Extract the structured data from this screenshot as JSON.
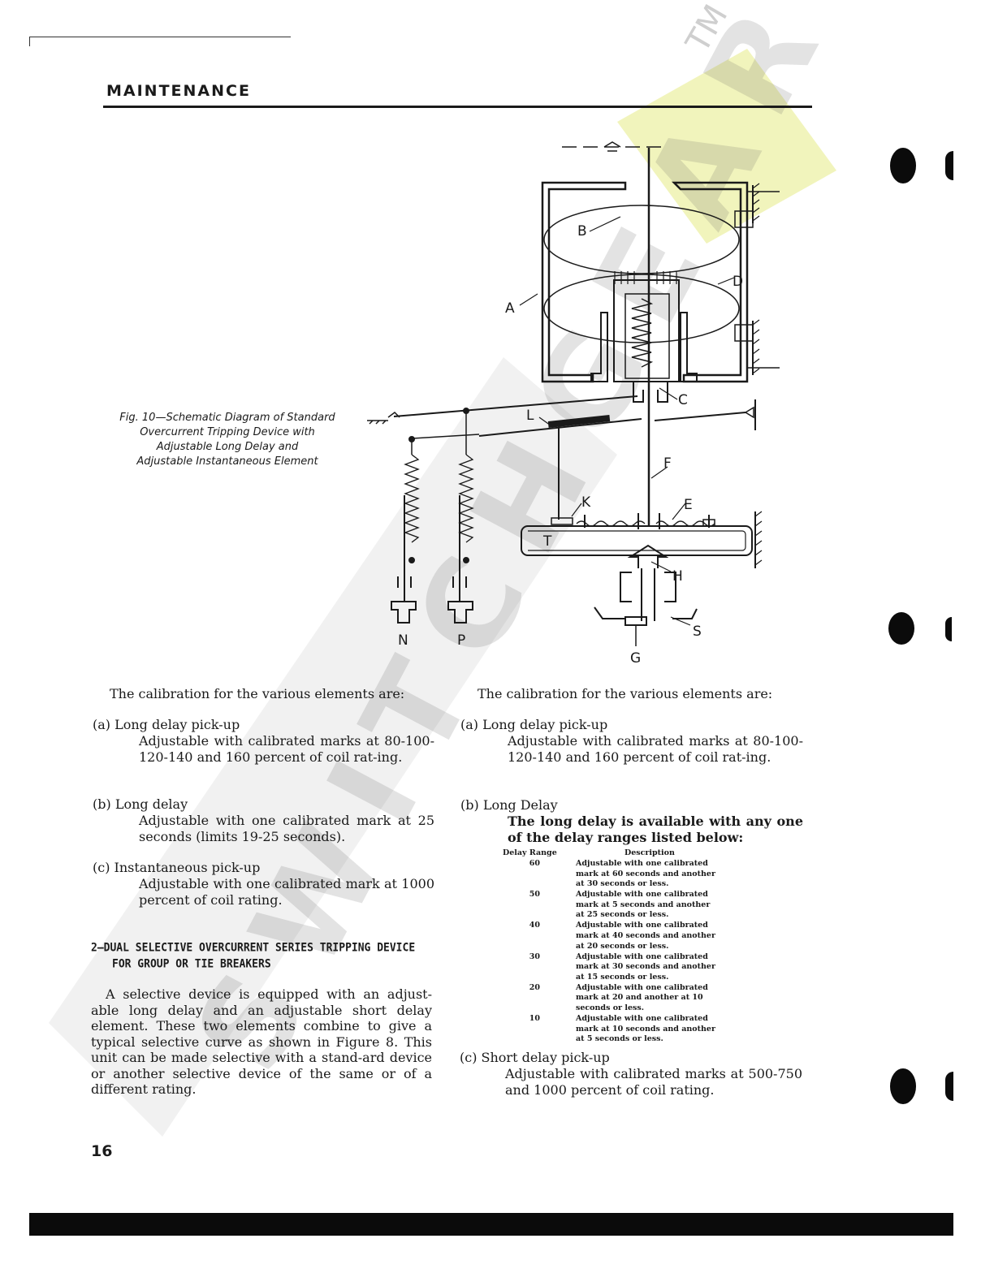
{
  "header": {
    "title": "MAINTENANCE"
  },
  "figure": {
    "caption_lines": [
      "Fig. 10—Schematic Diagram of Standard",
      "Overcurrent Tripping Device with",
      "Adjustable Long Delay and",
      "Adjustable Instantaneous Element"
    ],
    "labels": {
      "A": "A",
      "B": "B",
      "C": "C",
      "D": "D",
      "E": "E",
      "F": "F",
      "G": "G",
      "H": "H",
      "K": "K",
      "L": "L",
      "N": "N",
      "P": "P",
      "S": "S",
      "T": "T"
    }
  },
  "left_column": {
    "intro": "The calibration for the various elements are:",
    "items": [
      {
        "head": "(a) Long delay pick-up",
        "body": "Adjustable with calibrated marks at 80-100-120-140 and 160 percent of coil rat-ing."
      },
      {
        "head": "(b) Long delay",
        "body": "Adjustable with one calibrated mark at 25 seconds (limits 19-25 seconds)."
      },
      {
        "head": "(c) Instantaneous pick-up",
        "body": "Adjustable with one calibrated mark at 1000 percent of coil rating."
      }
    ],
    "section_heading_1": "2—DUAL SELECTIVE OVERCURRENT SERIES TRIPPING DEVICE",
    "section_heading_2": "FOR GROUP OR TIE BREAKERS",
    "paragraph": "A selective device is equipped with an adjust-able long delay and an adjustable short delay element. These two elements combine to give a typical selective curve as shown in Figure 8. This unit can be made selective with a stand-ard device or another selective device of the same or of a different rating."
  },
  "right_column": {
    "intro": "The calibration for the various elements are:",
    "item_a_head": "(a) Long delay pick-up",
    "item_a_body": "Adjustable with calibrated marks at 80-100-120-140 and 160 percent of coil rat-ing.",
    "item_b_head": "(b) Long Delay",
    "item_b_body": "The long delay is available with any one of the delay ranges listed below:",
    "table": {
      "col_range": "Delay Range",
      "col_desc": "Description",
      "rows": [
        {
          "range": "60",
          "lines": [
            "Adjustable with one calibrated",
            "mark at 60 seconds and another",
            "at 30 seconds or less."
          ]
        },
        {
          "range": "50",
          "lines": [
            "Adjustable with one calibrated",
            "mark at 5 seconds and another",
            "at 25 seconds or less."
          ]
        },
        {
          "range": "40",
          "lines": [
            "Adjustable with one calibrated",
            "mark at 40 seconds and another",
            "at 20 seconds or less."
          ]
        },
        {
          "range": "30",
          "lines": [
            "Adjustable with one calibrated",
            "mark at 30 seconds and another",
            "at 15 seconds or less."
          ]
        },
        {
          "range": "20",
          "lines": [
            "Adjustable with one calibrated",
            "mark at 20 and another at 10",
            "seconds or less."
          ]
        },
        {
          "range": "10",
          "lines": [
            "Adjustable with one calibrated",
            "mark at 10 seconds and another",
            "at 5 seconds or less."
          ]
        }
      ]
    },
    "item_c_head": "(c) Short delay pick-up",
    "item_c_body": "Adjustable with calibrated marks at 500-750 and 1000 percent of coil rating."
  },
  "footer": {
    "page_number": "16"
  },
  "watermark": {
    "text": "SWITCHGEAR",
    "mark": "TM"
  },
  "colors": {
    "ink": "#1a1a1a",
    "watermark_gray": "#9a9a9a",
    "watermark_yellow": "#eef2b0"
  }
}
